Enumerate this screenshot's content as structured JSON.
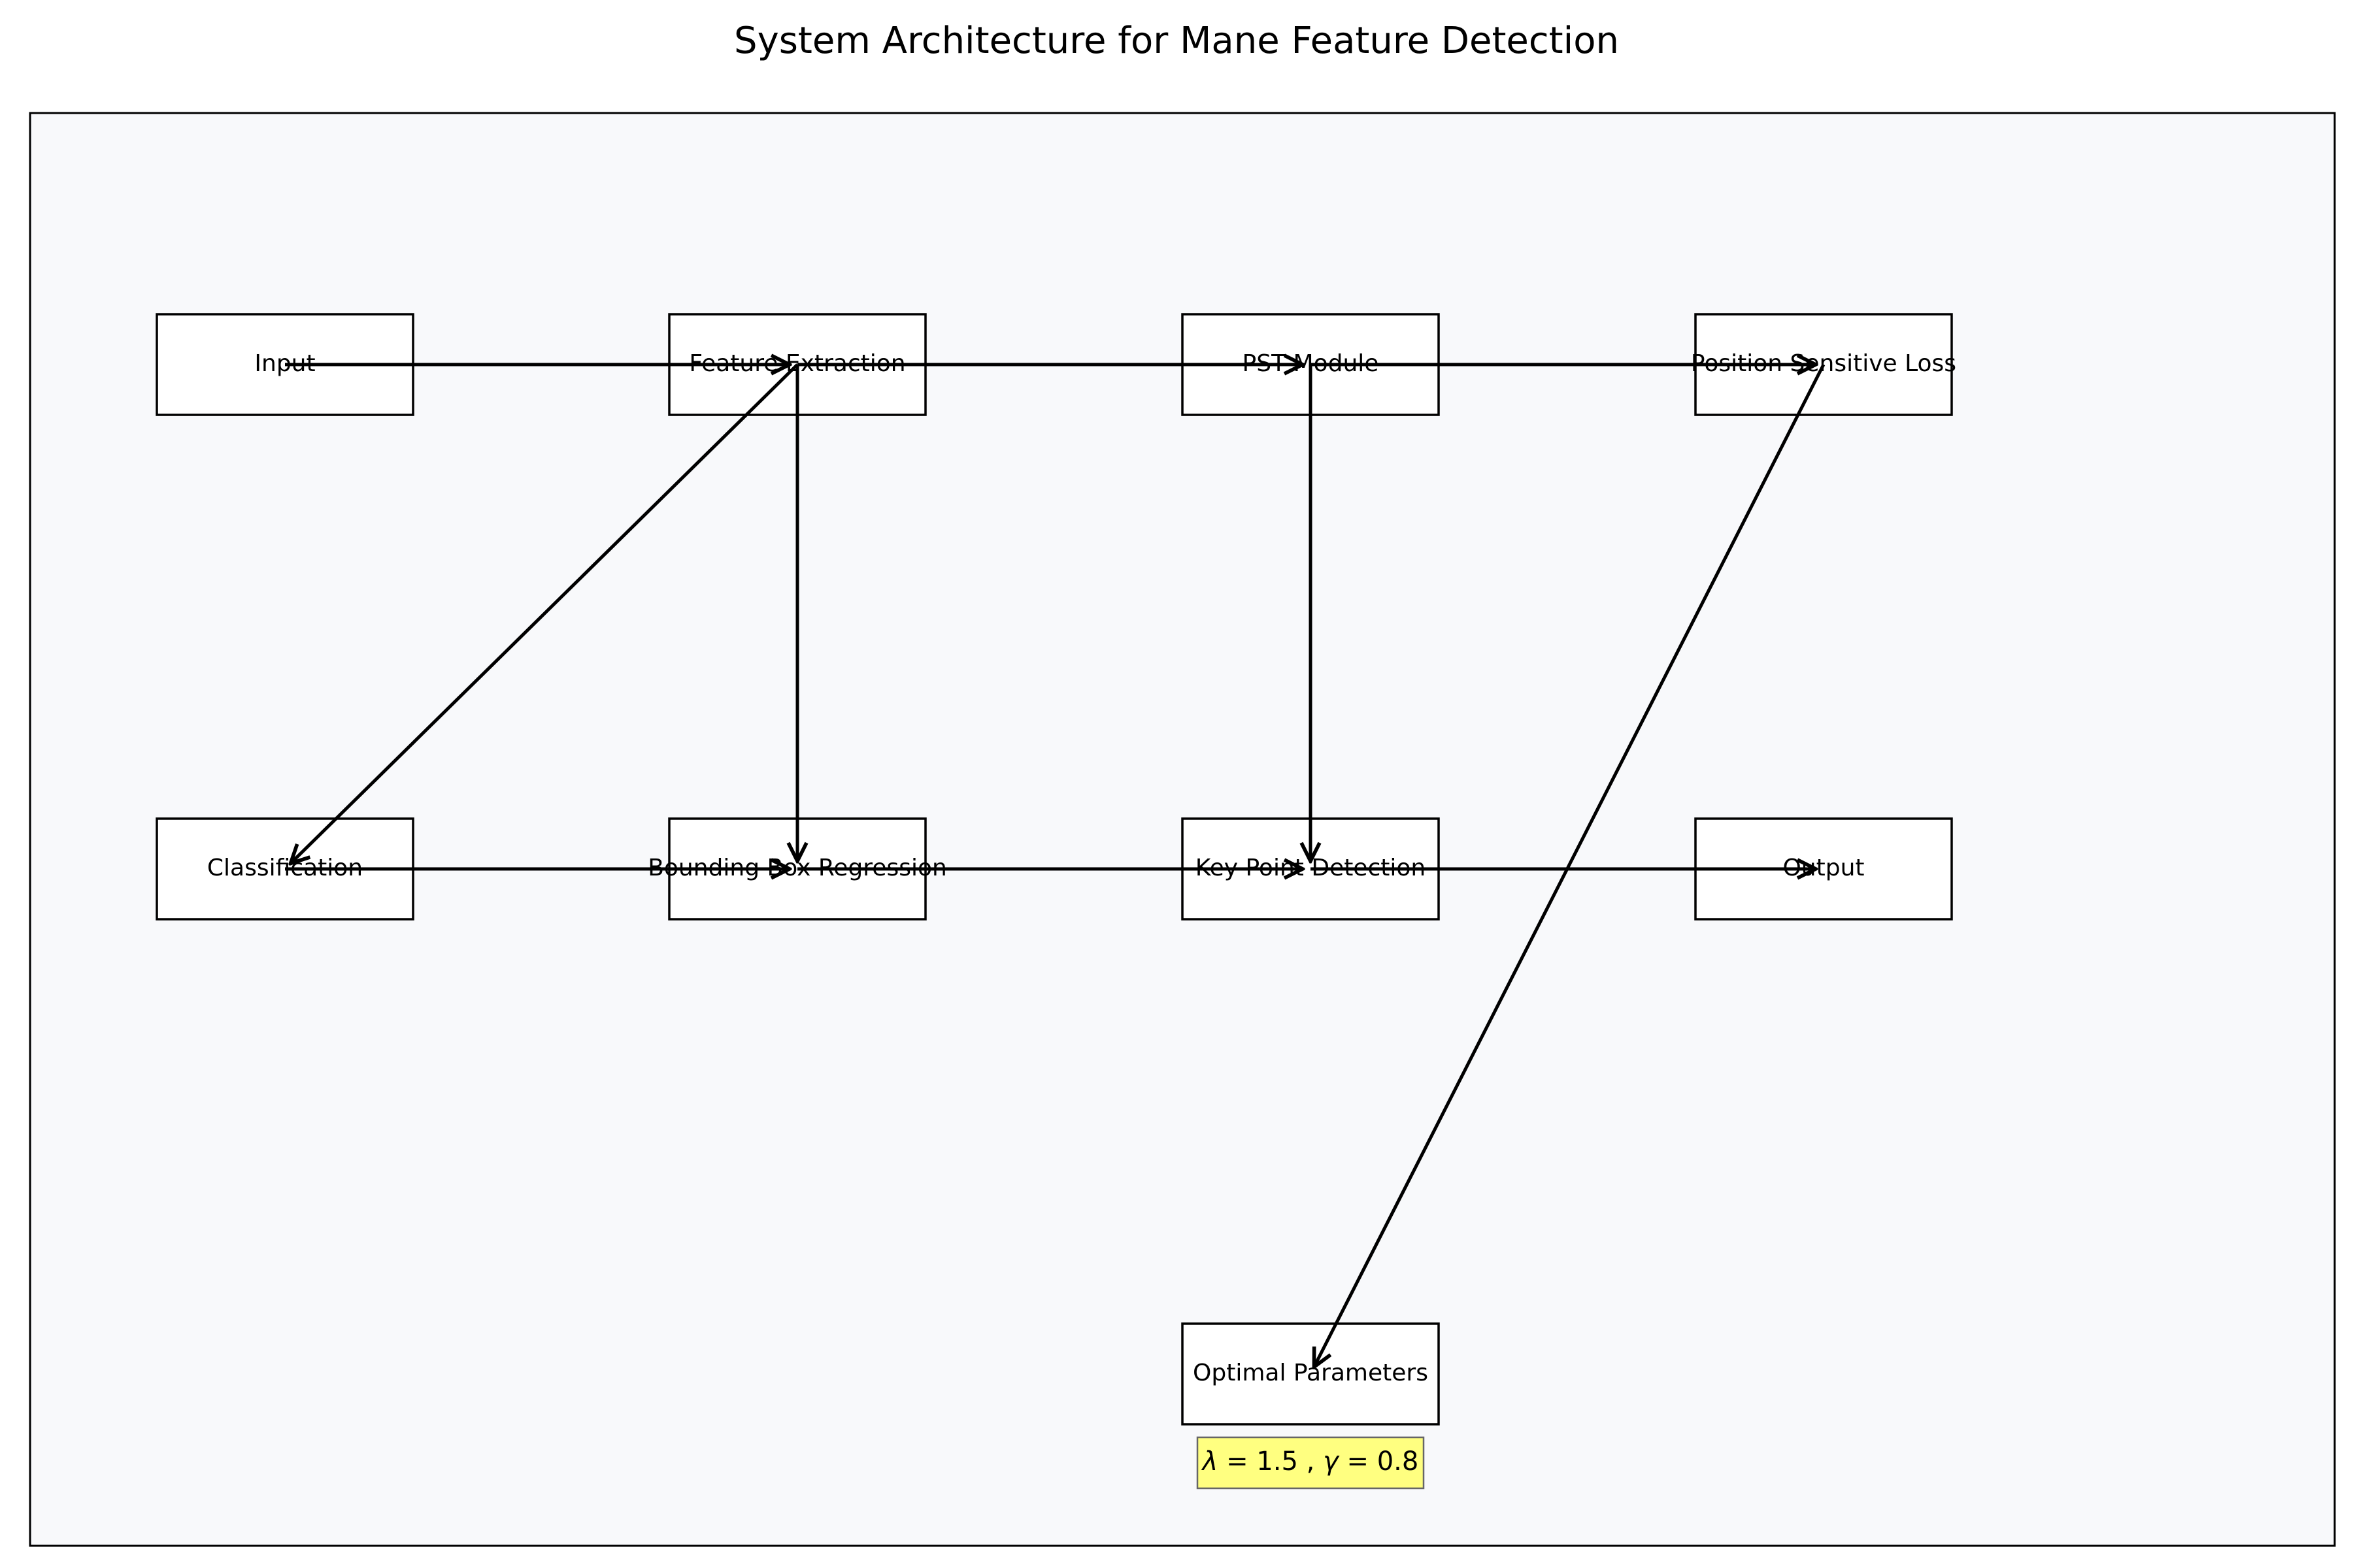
{
  "title": "System Architecture for Mane Feature Detection",
  "colors": {
    "panel_background": "#f8f9fb",
    "node_fill": "#ffffff",
    "stroke": "#000000",
    "params_fill": "#ffff80",
    "params_border": "#666666"
  },
  "nodes": [
    {
      "id": "input",
      "label": "Input"
    },
    {
      "id": "feature-extraction",
      "label": "Feature Extraction"
    },
    {
      "id": "pst-module",
      "label": "PST Module"
    },
    {
      "id": "position-sensitive-loss",
      "label": "Position Sensitive Loss"
    },
    {
      "id": "classification",
      "label": "Classification"
    },
    {
      "id": "bounding-box-regression",
      "label": "Bounding Box Regression"
    },
    {
      "id": "key-point-detection",
      "label": "Key Point Detection"
    },
    {
      "id": "output",
      "label": "Output"
    },
    {
      "id": "optimal-parameters",
      "label": "Optimal Parameters"
    }
  ],
  "edges": [
    {
      "from": "input",
      "to": "feature-extraction"
    },
    {
      "from": "feature-extraction",
      "to": "pst-module"
    },
    {
      "from": "pst-module",
      "to": "position-sensitive-loss"
    },
    {
      "from": "feature-extraction",
      "to": "classification"
    },
    {
      "from": "feature-extraction",
      "to": "bounding-box-regression"
    },
    {
      "from": "pst-module",
      "to": "key-point-detection"
    },
    {
      "from": "classification",
      "to": "bounding-box-regression"
    },
    {
      "from": "bounding-box-regression",
      "to": "key-point-detection"
    },
    {
      "from": "key-point-detection",
      "to": "output"
    },
    {
      "from": "position-sensitive-loss",
      "to": "optimal-parameters"
    }
  ],
  "parameters": {
    "lambda_symbol": "λ",
    "lambda_value": "1.5",
    "gamma_symbol": "γ",
    "gamma_value": "0.8"
  }
}
